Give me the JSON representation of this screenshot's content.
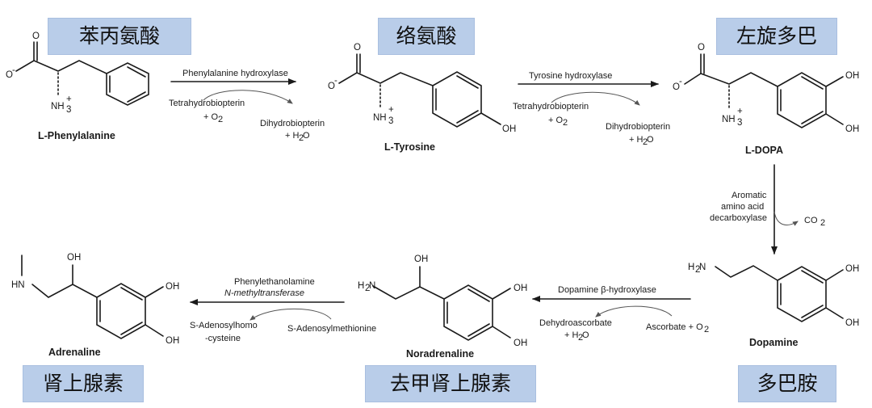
{
  "labels_cn": {
    "phe": "苯丙氨酸",
    "tyr": "络氨酸",
    "dopa": "左旋多巴",
    "dopamine": "多巴胺",
    "noradrenaline": "去甲肾上腺素",
    "adrenaline": "肾上腺素"
  },
  "compounds": {
    "phe": "L-Phenylalanine",
    "tyr": "L-Tyrosine",
    "dopa": "L-DOPA",
    "dopamine": "Dopamine",
    "noradrenaline": "Noradrenaline",
    "adrenaline": "Adrenaline"
  },
  "steps": {
    "s1": {
      "enzyme": "Phenylalanine hydroxylase",
      "cof_in_1": "Tetrahydrobiopterin",
      "cof_in_2": "+ O",
      "cof_out_1": "Dihydrobiopterin",
      "cof_out_2": "+ H",
      "cof_out_3": "O"
    },
    "s2": {
      "enzyme": "Tyrosine hydroxylase",
      "cof_in_1": "Tetrahydrobiopterin",
      "cof_in_2": "+ O",
      "cof_out_1": "Dihydrobiopterin",
      "cof_out_2": "+ H",
      "cof_out_3": "O"
    },
    "s3": {
      "enzyme_1": "Aromatic",
      "enzyme_2": "amino acid",
      "enzyme_3": "decarboxylase",
      "product": "CO"
    },
    "s4": {
      "enzyme": "Dopamine β-hydroxylase",
      "cof_in": "Ascorbate + O",
      "cof_out_1": "Dehydroascorbate",
      "cof_out_2": "+ H",
      "cof_out_3": "O"
    },
    "s5": {
      "enzyme_1": "Phenylethanolamine",
      "enzyme_2": "N-methyltransferase",
      "cof_in": "S-Adenosylmethionine",
      "cof_out_1": "S-Adenosylhomo",
      "cof_out_2": "-cysteine"
    }
  },
  "atoms": {
    "o": "O",
    "o_minus": "O",
    "minus": "-",
    "nh3": "NH",
    "sub3": "3",
    "plus": "+",
    "oh": "OH",
    "h2n": "H",
    "n": "N",
    "hn": "HN",
    "sub2": "2"
  }
}
